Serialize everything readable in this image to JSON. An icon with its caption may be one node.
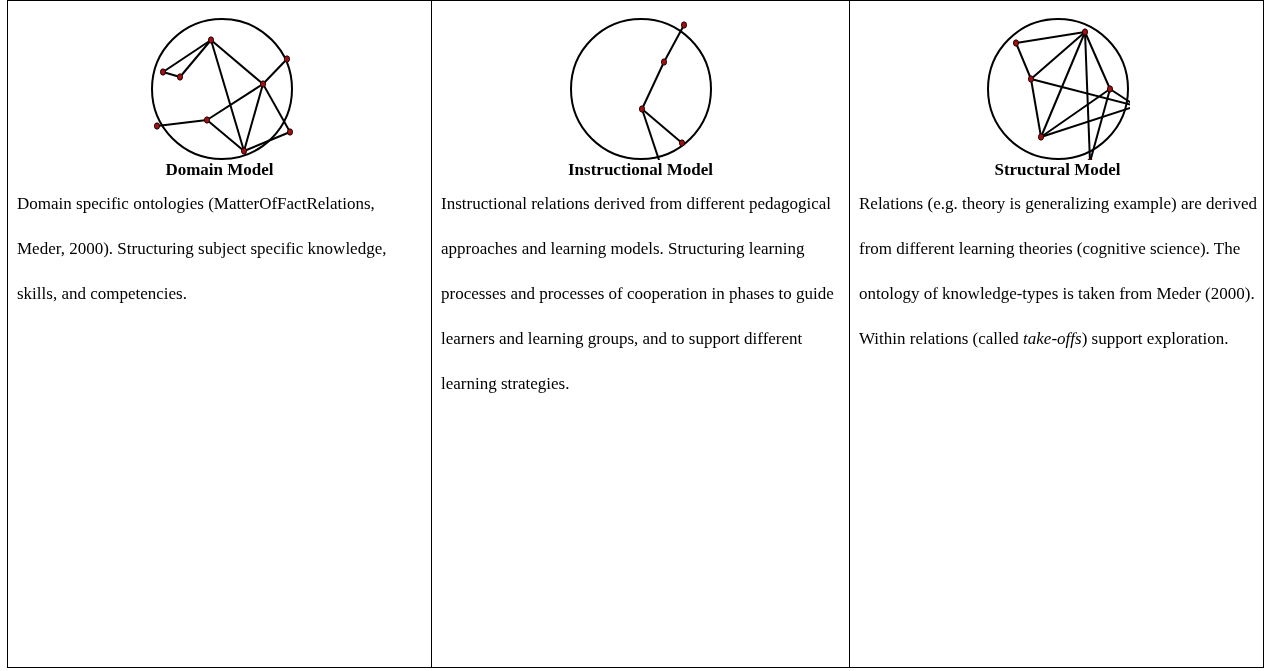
{
  "diagram": {
    "labels": [
      "Domain Model",
      "Instructional Model",
      "Structural Model",
      "Domain specific ontologies (MatterOfFactRelations, Meder, 2000). Structuring subject specific knowledge, skills, and competencies.",
      "Instructional relations derived from different pedagogical approaches and learning models. Structuring learning processes and processes of cooperation in phases to guide learners and learning groups, and to support different learning strategies.",
      "Relations (e.g. theory is generalizing example) are derived from different learning theories (cognitive science). The ontology of knowledge-types is taken from Meder (2000). Within relations (called *take-offs*) support exploration."
    ]
  }
}
